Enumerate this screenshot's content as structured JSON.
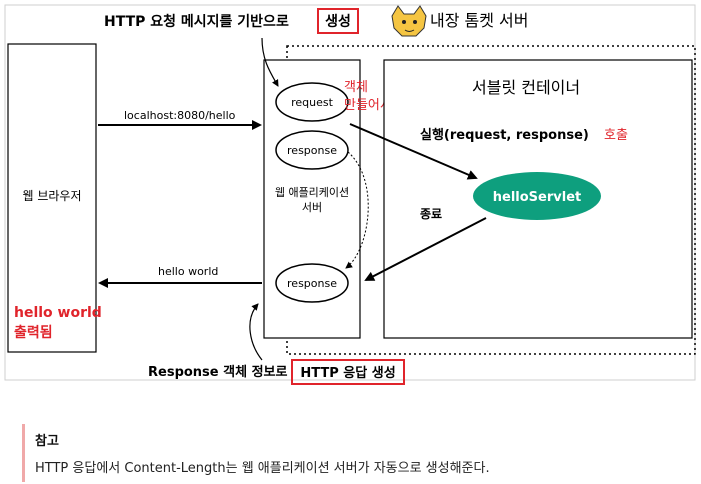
{
  "top": {
    "caption_prefix": "HTTP 요청 메시지를 기반으로",
    "caption_highlight": "생성",
    "server_title": "내장 톰켓 서버"
  },
  "browser": {
    "label": "웹 브라우저",
    "output_line1": "hello world",
    "output_line2": "출력됨"
  },
  "arrows": {
    "request_url": "localhost:8080/hello",
    "response_body": "hello world",
    "call_text": "실행(request, response)",
    "call_word": "호출",
    "end_text": "종료"
  },
  "was": {
    "request": "request",
    "response_top": "response",
    "response_bottom": "response",
    "label_line1": "웹 애플리케이션",
    "label_line2": "서버",
    "object_note_line1": "객체",
    "object_note_line2": "만들어서"
  },
  "container": {
    "title": "서블릿 컨테이너",
    "servlet": "helloServlet"
  },
  "bottom": {
    "caption_prefix": "Response 객체 정보로",
    "caption_highlight": "HTTP 응답 생성"
  },
  "note": {
    "title": "참고",
    "text": "HTTP 응답에서 Content-Length는 웹 애플리케이션 서버가 자동으로 생성해준다."
  },
  "colors": {
    "accent_red": "#e0242b",
    "servlet_green": "#0e9f7e",
    "note_bar": "#f0a9a9"
  }
}
